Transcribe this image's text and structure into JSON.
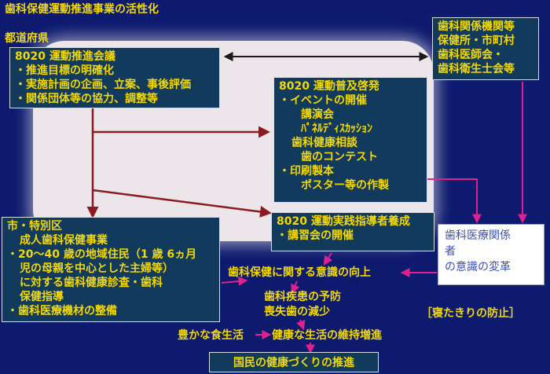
{
  "title": "歯科保健運動推進事業の活性化",
  "prefecture_label": "都道府県",
  "council": {
    "heading": "8020 運動推進会議",
    "items": [
      "・推進目標の明確化",
      "・実施計画の企画、立案、事後評価",
      "・関係団体等の協力、調整等"
    ]
  },
  "related_orgs": {
    "lines": [
      "歯科関係機関等",
      "保健所・市町村",
      "歯科医師会・",
      "歯科衛生士会等"
    ]
  },
  "dissemination": {
    "heading": "8020 運動普及啓発",
    "lines": [
      "・イベントの開催",
      "講演会",
      "ﾊﾟﾈﾙﾃﾞｨｽｶｯｼｮﾝ",
      "歯科健康相談",
      "歯のコンテスト",
      "・印刷製本",
      "ポスター等の作製"
    ]
  },
  "municipal": {
    "lines": [
      "市・特別区",
      "成人歯科保健事業",
      "・20～40 歳の地域住民（1 歳 6ヵ月",
      "児の母親を中心とした主婦等）",
      "に対する歯科健康診査・歯科",
      "保健指導",
      "・歯科医療機材の整備"
    ]
  },
  "leader_training": {
    "heading": "8020 運動実践指導者養成",
    "items": [
      "・講習会の開催"
    ]
  },
  "medical_staff": {
    "lines": [
      "歯科医療関係",
      "者",
      "の意識の変革"
    ]
  },
  "awareness": "歯科保健に関する意識の向上",
  "prevention": [
    "歯科疾患の予防",
    "喪失歯の減少"
  ],
  "bedridden": "［寝たきりの防止］",
  "rich_diet": "豊かな食生活",
  "healthy_life": "健康な生活の維持増進",
  "final": "国民の健康づくりの推進",
  "colors": {
    "background": "#0d1a6e",
    "box_fill": "#123a5c",
    "text_yellow": "#f3d900",
    "arrow_dark_red": "#8b1a22",
    "arrow_magenta": "#e0208c",
    "highlight": "#ece6ea"
  }
}
